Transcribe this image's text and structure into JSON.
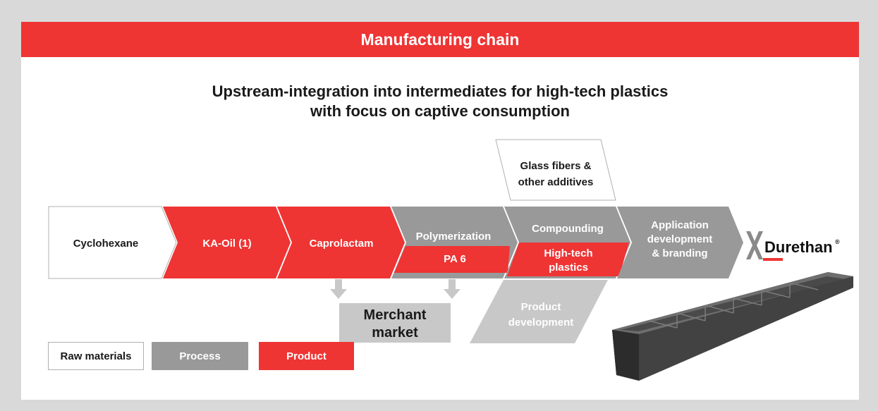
{
  "header": {
    "title": "Manufacturing chain"
  },
  "subtitle": {
    "line1": "Upstream-integration into intermediates for high-tech plastics",
    "line2": "with focus on captive consumption"
  },
  "chain": {
    "cyclohexane": "Cyclohexane",
    "ka_oil": "KA-Oil (1)",
    "caprolactam": "Caprolactam",
    "polymerization": "Polymerization",
    "pa6": "PA 6",
    "compounding": "Compounding",
    "hightech_l1": "High-tech",
    "hightech_l2": "plastics",
    "application_l1": "Application",
    "application_l2": "development",
    "application_l3": "& branding"
  },
  "inputs": {
    "glass_l1": "Glass fibers &",
    "glass_l2": "other additives"
  },
  "outputs": {
    "merchant_l1": "Merchant",
    "merchant_l2": "market",
    "product_dev_l1": "Product",
    "product_dev_l2": "development"
  },
  "legend": {
    "raw": "Raw materials",
    "process": "Process",
    "product": "Product"
  },
  "brand": {
    "name": "Durethan",
    "mark": "®"
  },
  "colors": {
    "red": "#ef3434",
    "gray": "#999999",
    "light_gray": "#c8c8c8",
    "background": "#d9d9d9"
  }
}
